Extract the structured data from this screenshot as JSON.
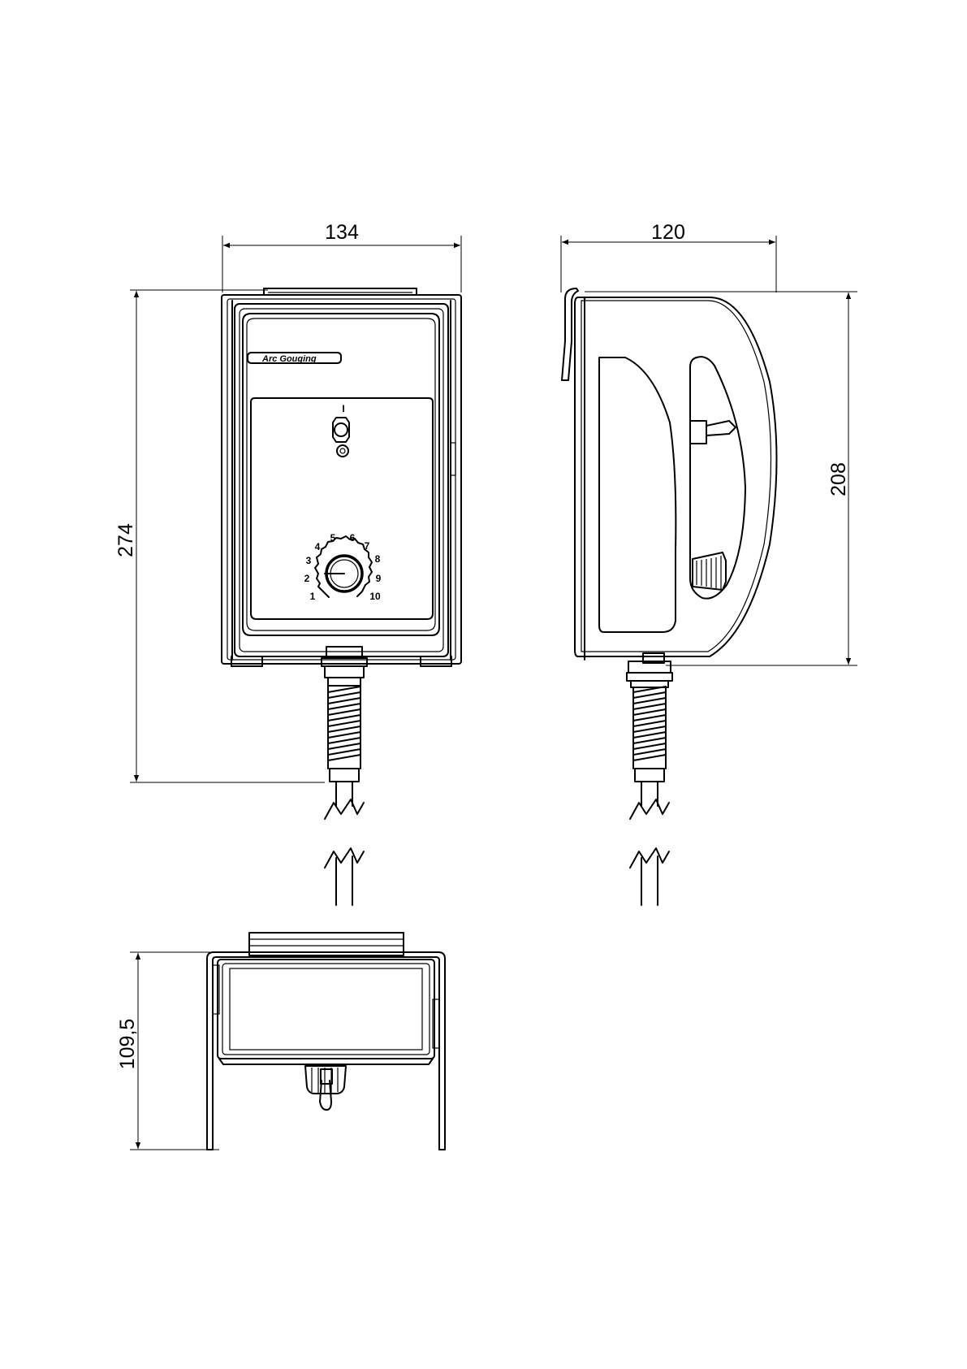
{
  "dimensions": {
    "front_width": "134",
    "side_width": "120",
    "front_height": "274",
    "side_height": "208",
    "bottom_height": "109,5"
  },
  "label": {
    "brand": "Arc Gouging"
  },
  "switch": {
    "on_mark": "I",
    "off_mark": "O"
  },
  "dial": {
    "marks": [
      "1",
      "2",
      "3",
      "4",
      "5",
      "6",
      "7",
      "8",
      "9",
      "10"
    ]
  }
}
